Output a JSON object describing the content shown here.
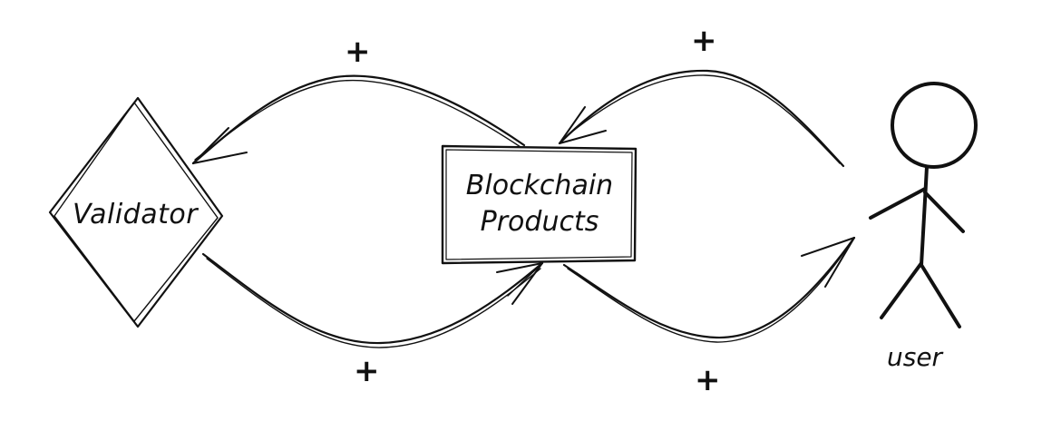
{
  "nodes": {
    "validator": {
      "label": "Validator"
    },
    "products": {
      "line1": "Blockchain",
      "line2": "Products"
    },
    "user": {
      "label": "user"
    }
  },
  "edges": [
    {
      "from": "products",
      "to": "validator",
      "sign": "+"
    },
    {
      "from": "user",
      "to": "products",
      "sign": "+"
    },
    {
      "from": "validator",
      "to": "products",
      "sign": "+"
    },
    {
      "from": "products",
      "to": "user",
      "sign": "+"
    }
  ],
  "colors": {
    "ink": "#111111",
    "background": "#ffffff"
  }
}
